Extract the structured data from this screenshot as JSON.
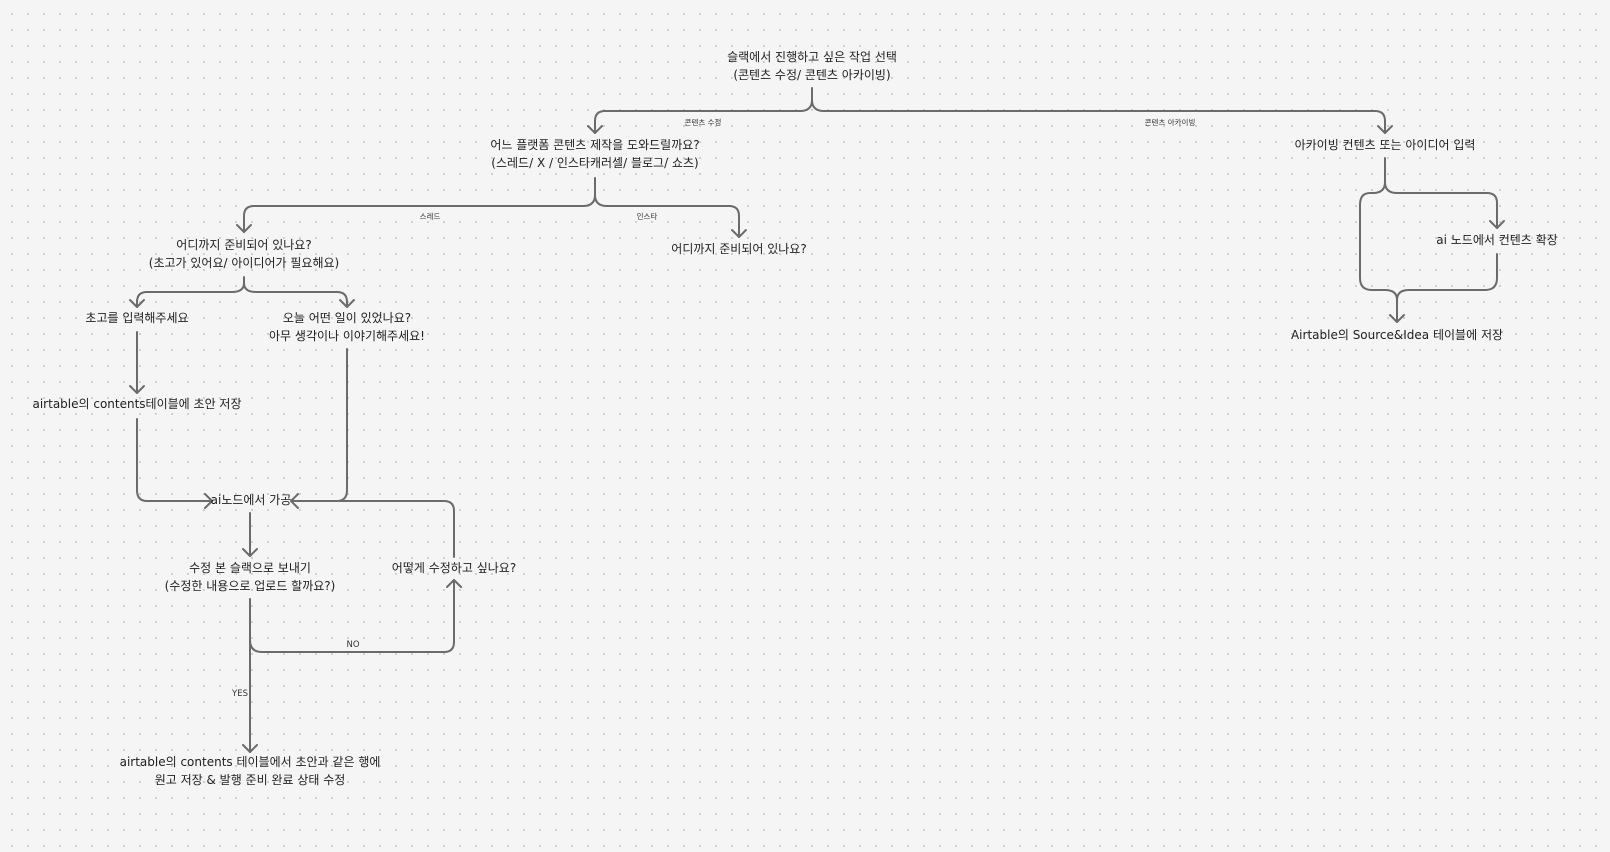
{
  "nodes": {
    "root": [
      "슬랙에서 진행하고 싶은 작업 선택",
      "(콘텐츠 수정/ 콘텐츠 아카이빙)"
    ],
    "platform": [
      "어느 플랫폼 콘텐츠 제작을 도와드릴까요?",
      "(스레드/ X / 인스타캐러셀/ 블로그/ 쇼츠)"
    ],
    "archive_input": [
      "아카이빙 컨텐츠 또는 아이디어 입력"
    ],
    "thread_ready": [
      "어디까지 준비되어 있나요?",
      "(초고가 있어요/ 아이디어가 필요해요)"
    ],
    "insta_ready": [
      "어디까지 준비되어 있나요?"
    ],
    "draft_input": [
      "초고를 입력해주세요"
    ],
    "idea_input": [
      "오늘 어떤 일이 있었나요?",
      "아무 생각이나 이야기해주세요!"
    ],
    "save_draft": [
      "airtable의 contents테이블에 초안 저장"
    ],
    "ai_process": [
      "ai노드에서  가공"
    ],
    "send_slack": [
      "수정 본 슬랙으로  보내기",
      "(수정한 내용으로 업로드 할까요?)"
    ],
    "revise": [
      "어떻게 수정하고 싶나요?"
    ],
    "final_save": [
      "airtable의 contents 테이블에서 초안과 같은 행에",
      "원고 저장 & 발행 준비 완료 상태 수정"
    ],
    "ai_expand": [
      "ai 노드에서 컨텐츠 확장"
    ],
    "save_source": [
      "Airtable의 Source&Idea 테이블에 저장"
    ]
  },
  "edge_labels": {
    "content_edit": "콘텐츠 수정",
    "content_archive": "콘텐츠 아카이빙",
    "thread": "스레드",
    "insta": "인스타",
    "no": "NO",
    "yes": "YES"
  },
  "colors": {
    "connector": "#6b6b6b",
    "background": "#f5f5f5",
    "text": "#1e1e1e"
  }
}
